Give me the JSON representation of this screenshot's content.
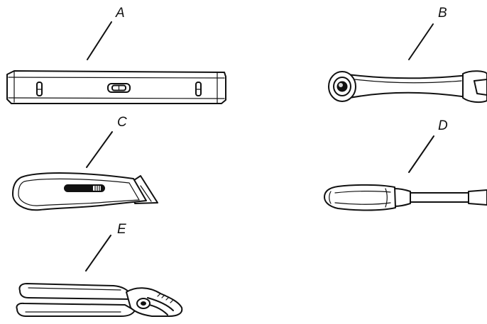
{
  "figure": {
    "tools": [
      {
        "id": "level",
        "label": "A",
        "icon": "spirit-level-icon"
      },
      {
        "id": "wrench",
        "label": "B",
        "icon": "combination-wrench-icon"
      },
      {
        "id": "knife",
        "label": "C",
        "icon": "utility-knife-icon"
      },
      {
        "id": "screwdriver",
        "label": "D",
        "icon": "screwdriver-icon"
      },
      {
        "id": "pliers",
        "label": "E",
        "icon": "tongue-and-groove-pliers-icon"
      }
    ]
  }
}
